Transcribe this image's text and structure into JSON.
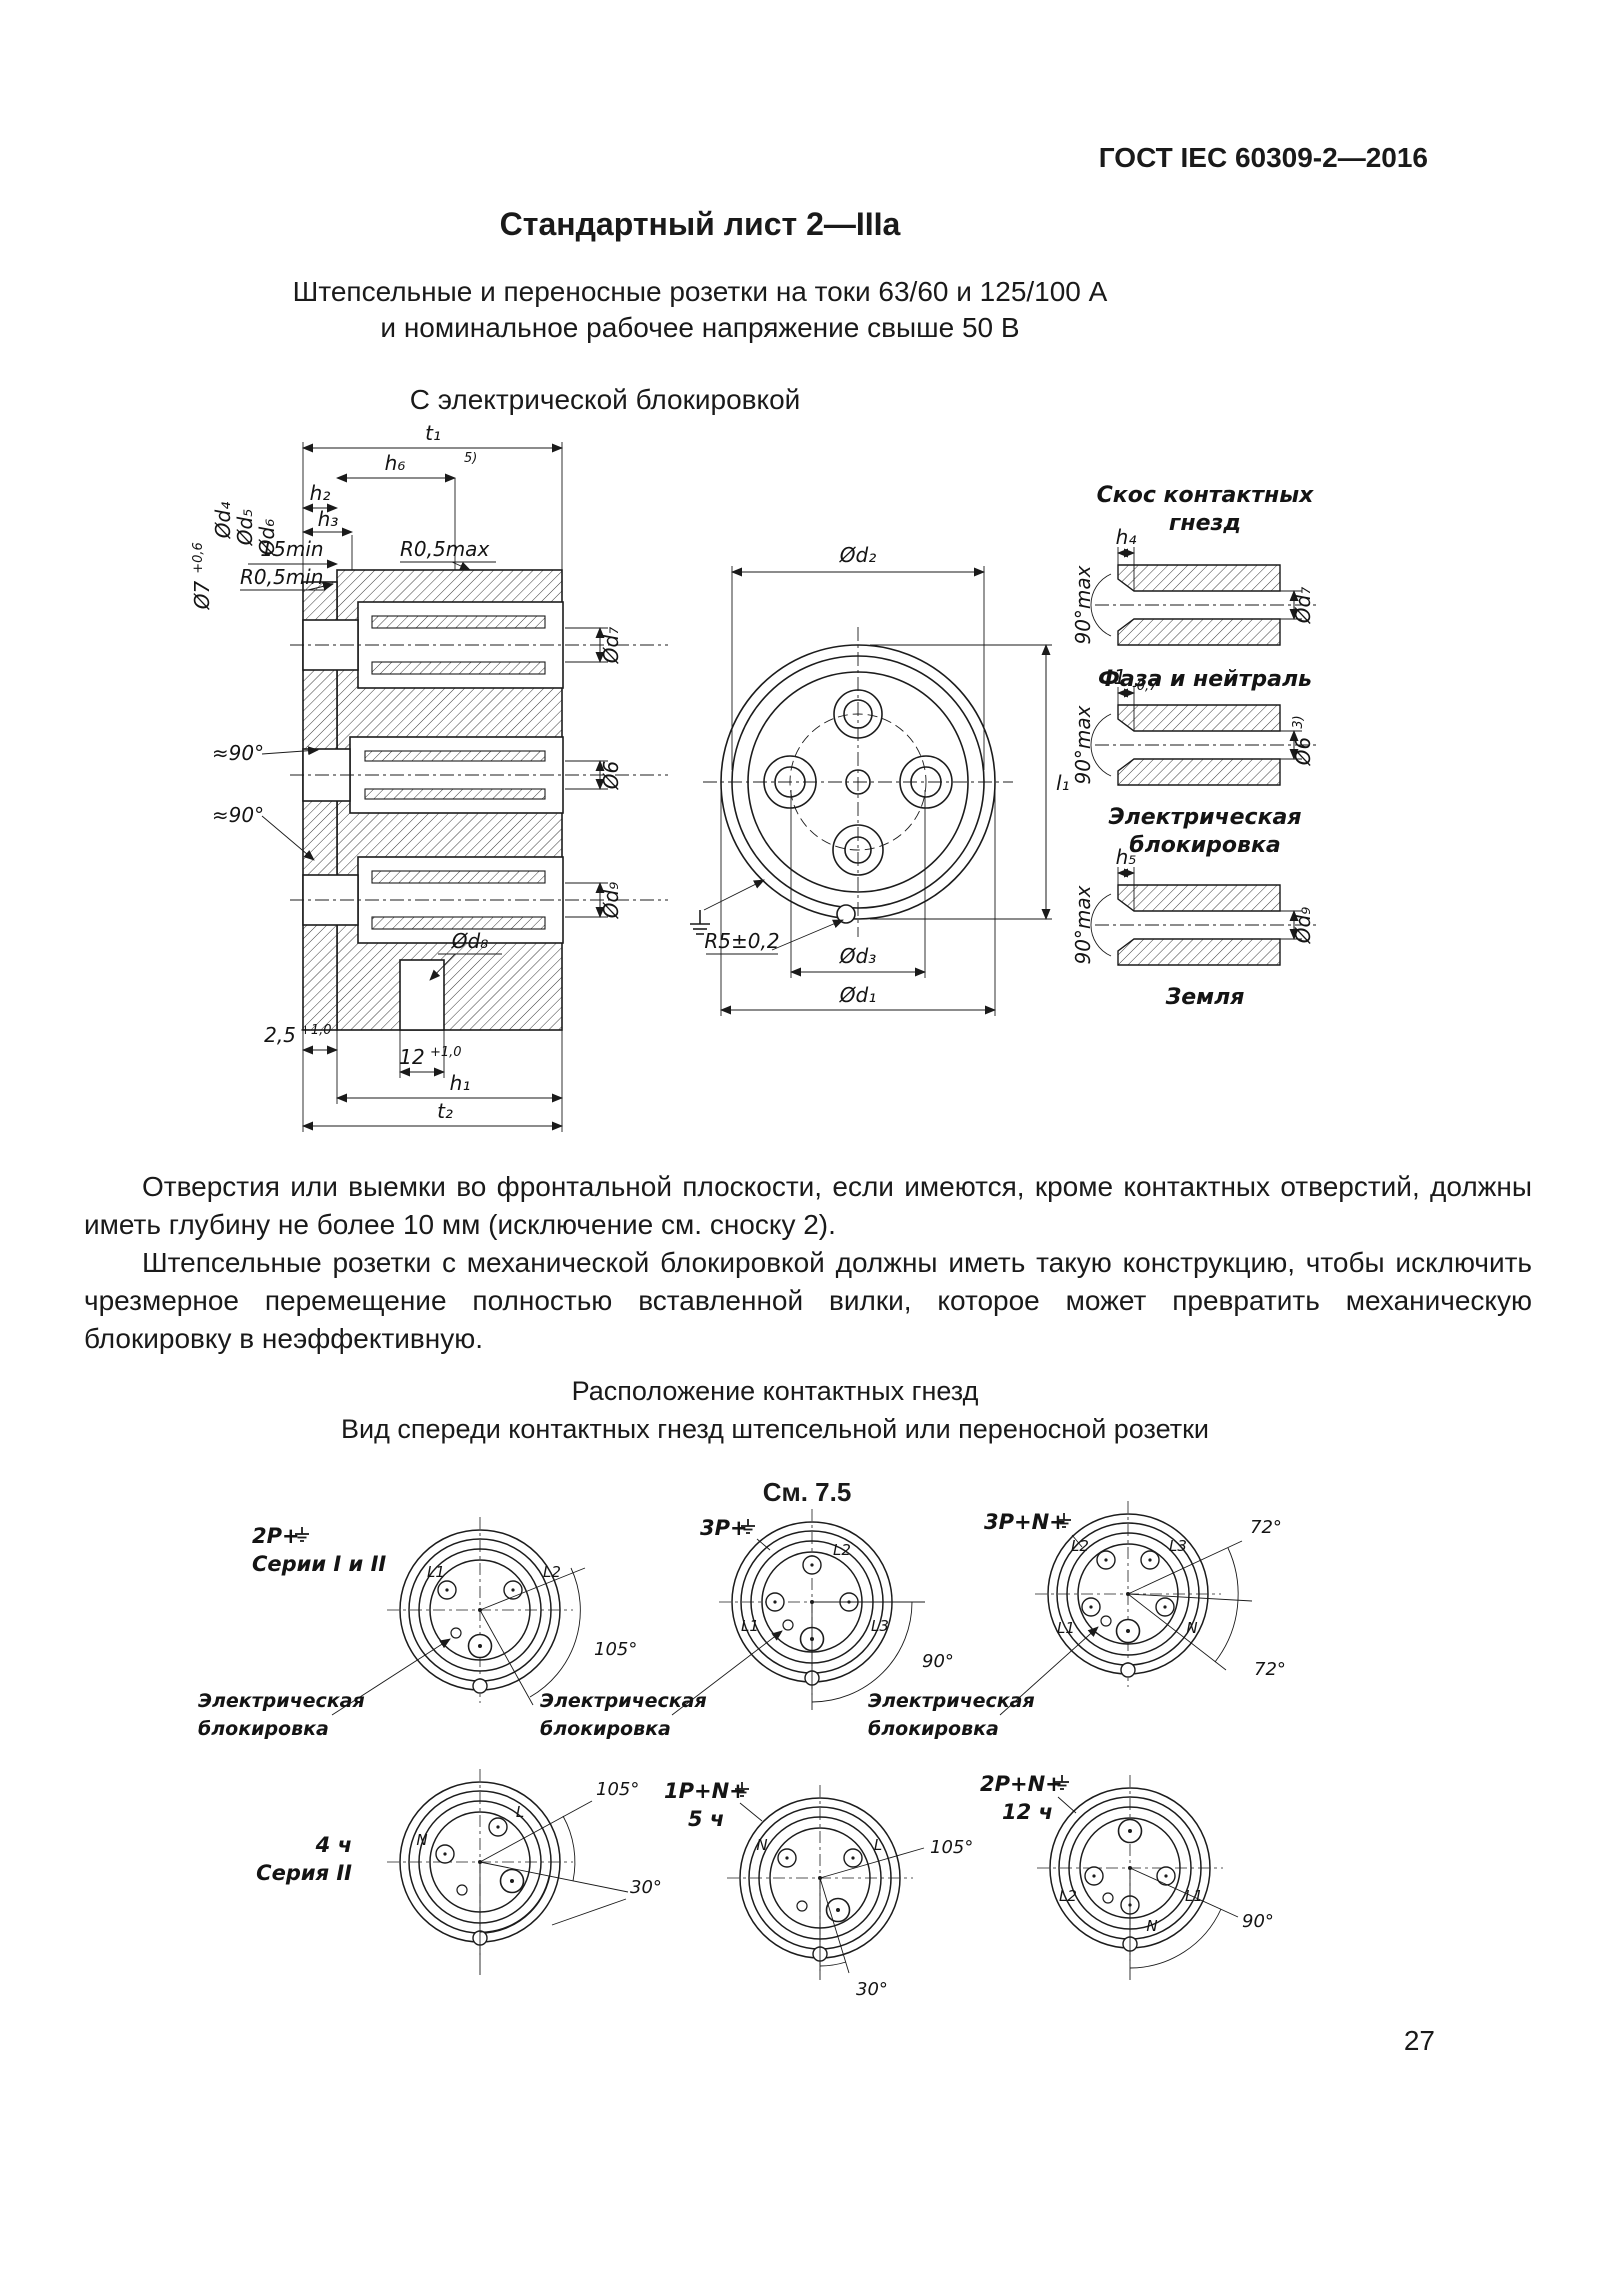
{
  "header": {
    "doc_number": "ГОСТ IEC 60309-2—2016"
  },
  "titles": {
    "main": "Стандартный лист 2—IIIa",
    "sub1": "Штепсельные и переносные розетки на токи 63/60 и 125/100 А",
    "sub2": "и номинальное рабочее напряжение свыше 50 В",
    "interlock": "С электрической блокировкой"
  },
  "drawing": {
    "section": {
      "t1": "t₁",
      "h6": "h₆",
      "note5": "5)",
      "h2": "h₂",
      "h3": "h₃",
      "min15": "15min",
      "r05max": "R0,5max",
      "r05min": "R0,5min",
      "d4": "Ød₄",
      "d5": "Ød₅",
      "d6": "Ød₆",
      "d7": "Ød₇",
      "phi7": "Ø7",
      "phi7_tol": "+0,6",
      "angle_a": "≈90°",
      "angle_b": "≈90°",
      "d8": "Ød₈",
      "dim25": "2,5",
      "dim25_tol": "+1,0",
      "dim12": "12",
      "dim12_tol": "+1,0",
      "h1": "h₁",
      "t2": "t₂",
      "phi6": "Ø6",
      "d9": "Ød₉"
    },
    "front": {
      "d2": "Ød₂",
      "l1": "l₁",
      "r5": "R5±0,2",
      "d3": "Ød₃",
      "d1": "Ød₁"
    },
    "details": {
      "heading1": "Скос контактных",
      "heading2": "гнезд",
      "h4": "h₄",
      "angle1": "90°max",
      "d7": "Ød₇",
      "caption1": "Фаза и нейтраль",
      "dim1": "1",
      "dim1_tol": "-0,7",
      "phi6": "Ø6",
      "phi6_note": "3)",
      "angle2": "90°max",
      "caption2a": "Электрическая",
      "caption2b": "блокировка",
      "h5": "h₅",
      "d9": "Ød₉",
      "angle3": "90°max",
      "caption3": "Земля"
    }
  },
  "paragraphs": {
    "p1": "Отверстия или выемки во фронтальной плоскости, если имеются, кроме контактных отверстий, должны иметь глубину не более 10 мм (исключение см. сноску 2).",
    "p2": "Штепсельные розетки с механической блокировкой должны иметь такую конструкцию, чтобы исключить чрезмерное перемещение полностью вставленной вилки, которое может превратить механическую блокировку в неэффективную."
  },
  "arrangement": {
    "title": "Расположение контактных гнезд",
    "subtitle": "Вид спереди контактных гнезд штепсельной или переносной розетки",
    "see_ref": "См. 7.5",
    "interlock_line1": "Электрическая",
    "interlock_line2": "блокировка",
    "d1": {
      "type": "2P+",
      "series": "Серии I и II",
      "a1": "105°",
      "c1": "L1",
      "c2": "L2"
    },
    "d2": {
      "type": "3P+",
      "a1": "90°",
      "c1": "L1",
      "c2": "L2",
      "c3": "L3"
    },
    "d3": {
      "type": "3P+N+",
      "a1": "72°",
      "a2": "72°",
      "c1": "L1",
      "c2": "L2",
      "c3": "L3",
      "c4": "N"
    },
    "d4": {
      "clock": "4 ч",
      "series": "Серия II",
      "a1": "105°",
      "a2": "30°",
      "c1": "N",
      "c2": "L"
    },
    "d5": {
      "type": "1P+N+",
      "clock": "5 ч",
      "a1": "105°",
      "a2": "30°",
      "c1": "N",
      "c2": "L"
    },
    "d6": {
      "type": "2P+N+",
      "clock": "12 ч",
      "a1": "90°",
      "c1": "L2",
      "c2": "L1",
      "c3": "N"
    }
  },
  "footer": {
    "page_number": "27"
  }
}
